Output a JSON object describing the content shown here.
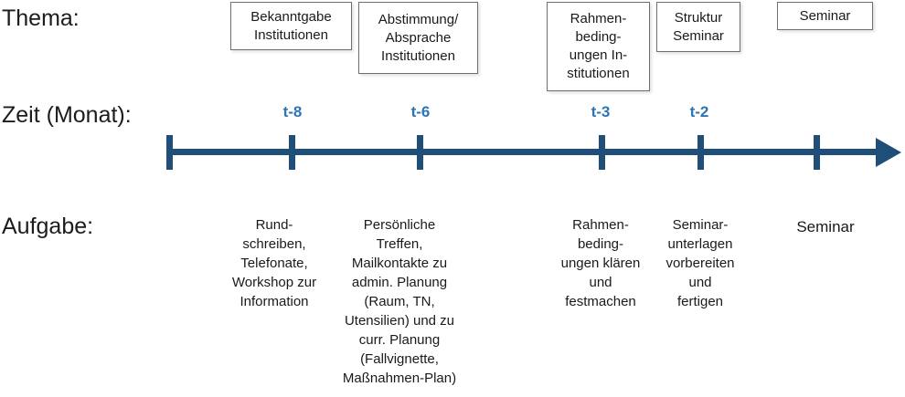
{
  "rows": {
    "thema_label": "Thema:",
    "zeit_label": "Zeit (Monat):",
    "aufgabe_label": "Aufgabe:"
  },
  "themes": [
    {
      "label": "Bekanntgabe\nInstitutionen"
    },
    {
      "label": "Abstimmung/\nAbsprache\nInstitutionen"
    },
    {
      "label": "Rahmen-\nbeding-\nungen In-\nstitutionen"
    },
    {
      "label": "Struktur\nSeminar"
    },
    {
      "label": "Seminar"
    }
  ],
  "timeline": {
    "tick_labels": [
      "t-8",
      "t-6",
      "t-3",
      "t-2"
    ],
    "line_color": "#1f4e79",
    "tick_label_color": "#2e74b5"
  },
  "tasks": [
    {
      "text": "Rund-\nschreiben,\nTelefonate,\nWorkshop zur\nInformation"
    },
    {
      "text": "Persönliche\nTreffen,\nMailkontakte zu\nadmin. Planung\n(Raum, TN,\nUtensilien) und zu\ncurr. Planung\n(Fallvignette,\nMaßnahmen-Plan)"
    },
    {
      "text": "Rahmen-\nbeding-\nungen klären\nund\nfestmachen"
    },
    {
      "text": "Seminar-\nunterlagen\nvorbereiten\nund\nfertigen"
    },
    {
      "text": "Seminar"
    }
  ]
}
